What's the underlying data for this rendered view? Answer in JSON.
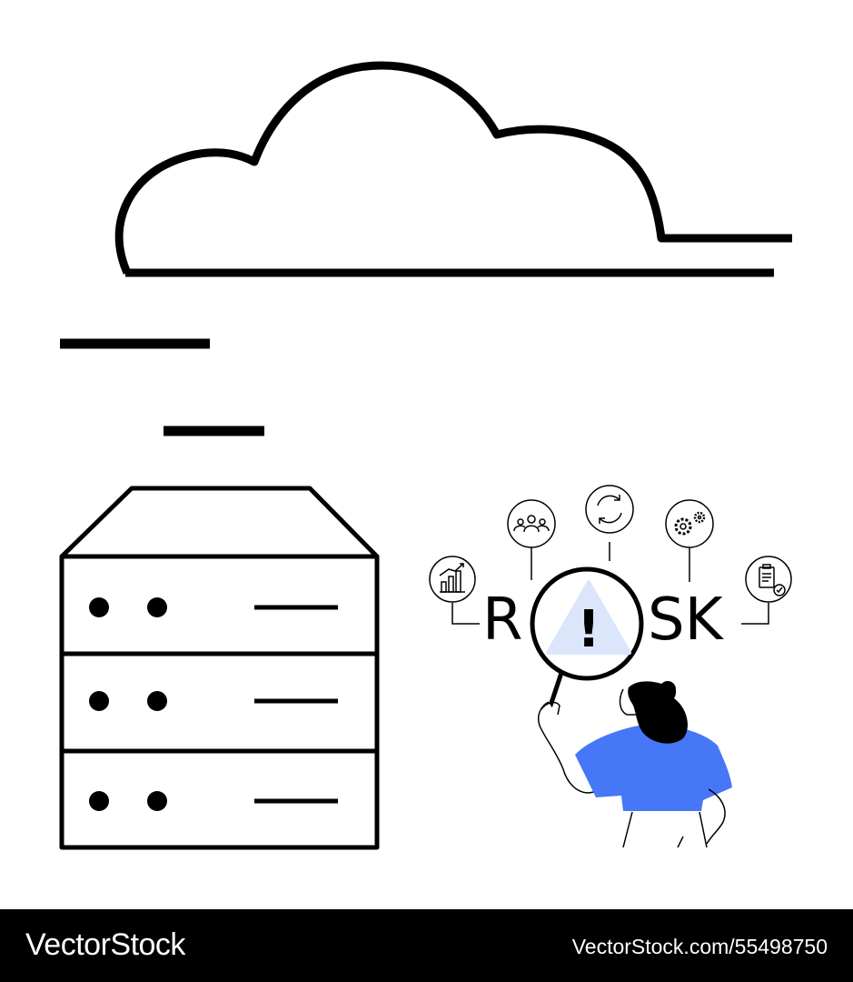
{
  "illustration": {
    "word_left": "R",
    "word_right": "SK",
    "warning_mark": "!",
    "icons": [
      "bar-chart-icon",
      "team-icon",
      "refresh-icon",
      "gears-icon",
      "clipboard-check-icon"
    ],
    "colors": {
      "line": "#000000",
      "shirt": "#4677f7",
      "warning_fill": "#dbe6fb",
      "background": "#ffffff"
    }
  },
  "footer": {
    "brand": "VectorStock",
    "image_id": "VectorStock.com/55498750",
    "background": "#000000"
  }
}
